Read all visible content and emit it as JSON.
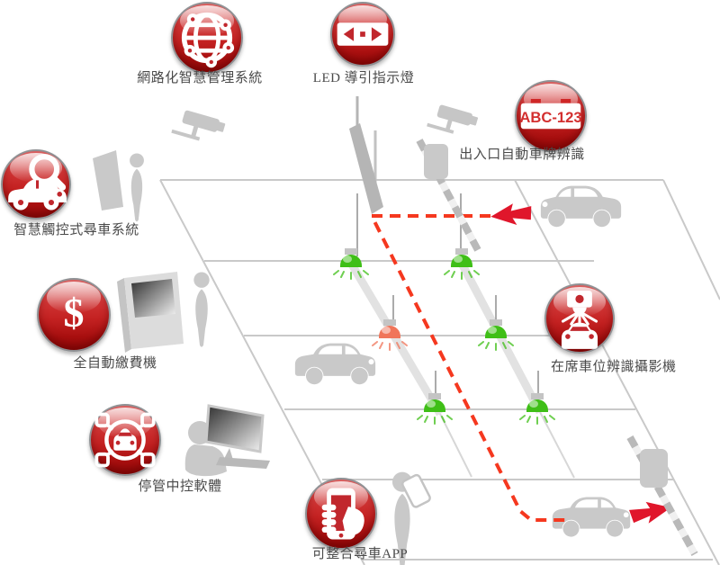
{
  "features": [
    {
      "label": "網路化智慧管理系統",
      "icon": "globe-network-icon"
    },
    {
      "label": "LED 導引指示燈",
      "icon": "led-sign-icon"
    },
    {
      "label": "出入口自動車牌辨識",
      "icon": "license-plate-icon",
      "plate_text": "ABC-123"
    },
    {
      "label": "智慧觸控式尋車系統",
      "icon": "car-search-icon"
    },
    {
      "label": "全自動繳費機",
      "icon": "payment-icon",
      "symbol": "$"
    },
    {
      "label": "在席車位辨識攝影機",
      "icon": "occupancy-camera-icon"
    },
    {
      "label": "停管中控軟體",
      "icon": "central-control-icon"
    },
    {
      "label": "可整合尋車APP",
      "icon": "mobile-app-icon"
    }
  ],
  "diagram": {
    "sensor_status": [
      "vacant",
      "vacant",
      "occupied",
      "vacant",
      "vacant",
      "vacant"
    ],
    "entry_arrow_direction": "left",
    "exit_arrow_direction": "right"
  },
  "colors": {
    "bubble_red": "#c42222",
    "path_red": "#f5381f",
    "arrow_red": "#e0162b",
    "silhouette_gray": "#c9c9c9",
    "sensor_green": "#3fbf17",
    "sensor_occupied": "#f0755a",
    "label_gray": "#4a4a4a"
  }
}
